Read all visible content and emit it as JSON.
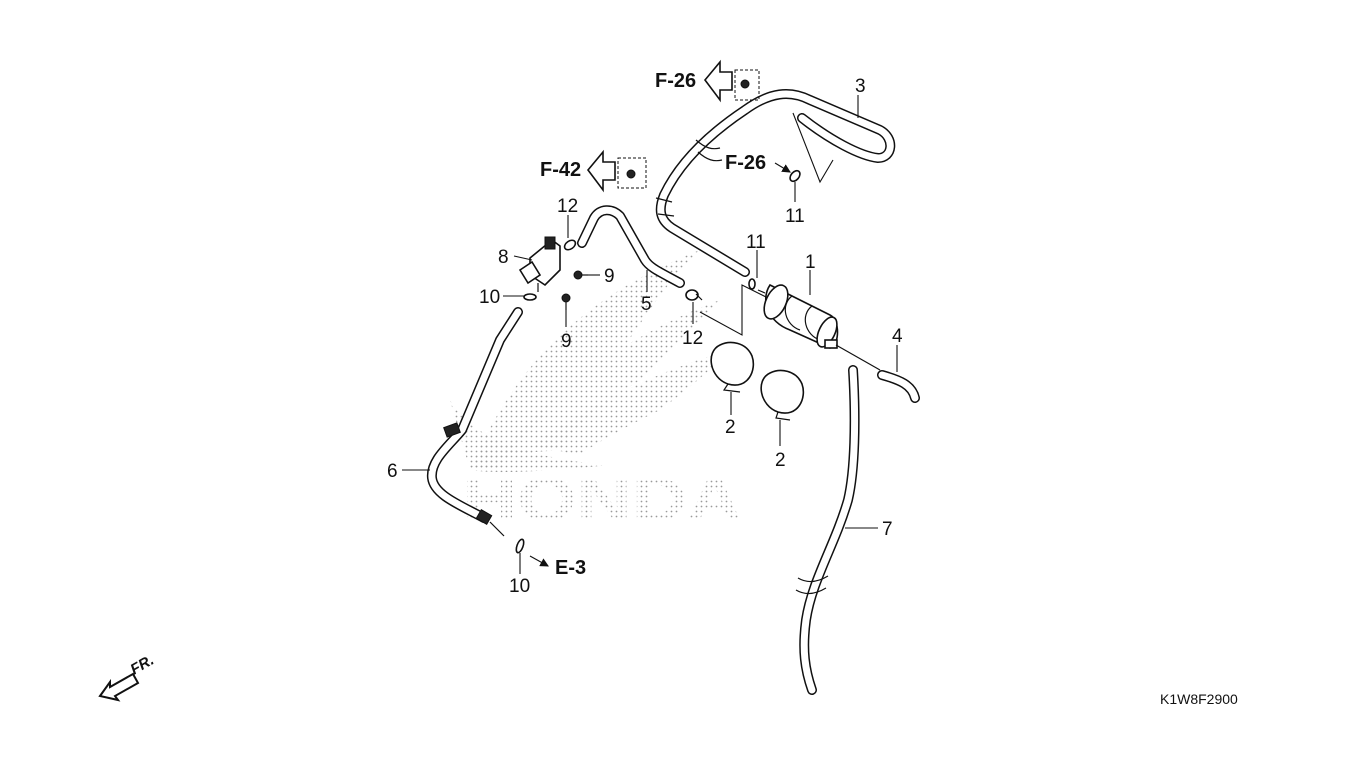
{
  "diagram": {
    "callouts": {
      "c1": "1",
      "c2a": "2",
      "c2b": "2",
      "c3": "3",
      "c4": "4",
      "c5": "5",
      "c6": "6",
      "c7": "7",
      "c8": "8",
      "c9a": "9",
      "c9b": "9",
      "c10a": "10",
      "c10b": "10",
      "c11a": "11",
      "c11b": "11",
      "c12a": "12",
      "c12b": "12"
    },
    "refs": {
      "f26_top": "F-26",
      "f26_mid": "F-26",
      "f42": "F-42",
      "e3": "E-3"
    },
    "front_label": "FR.",
    "watermark": "HONDA",
    "diagram_code": "K1W8F2900"
  }
}
